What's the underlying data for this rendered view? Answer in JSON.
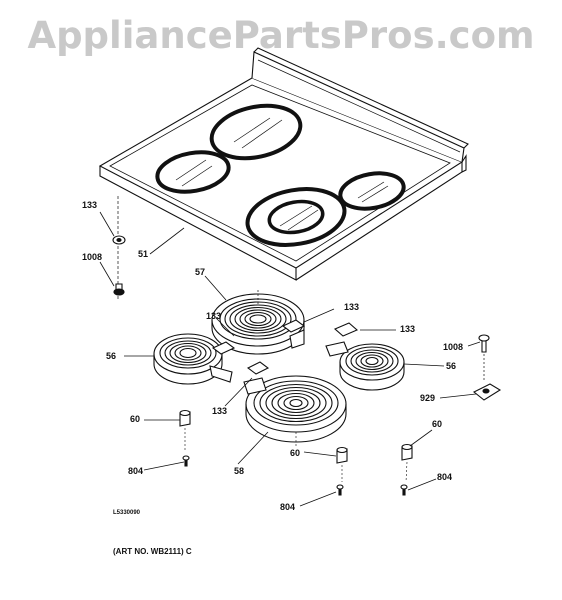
{
  "watermark": "AppliancePartsPros.com",
  "diagram_code": "L5330090",
  "art_no": "(ART NO. WB2111) C",
  "labels": {
    "p133_left": "133",
    "p1008_left": "1008",
    "p51": "51",
    "p57": "57",
    "p133_a": "133",
    "p133_b": "133",
    "p133_c": "133",
    "p133_d": "133",
    "p56_left": "56",
    "p56_right": "56",
    "p1008_right": "1008",
    "p929": "929",
    "p60_left": "60",
    "p60_mid": "60",
    "p60_right": "60",
    "p804_left": "804",
    "p804_mid": "804",
    "p804_right": "804",
    "p58": "58"
  }
}
